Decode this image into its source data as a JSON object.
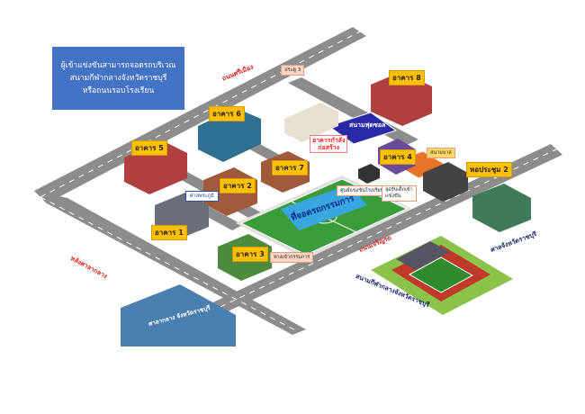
{
  "notice": {
    "lines": [
      "ผู้เข้าแข่งขันสามารถจอดรถบริเวณ",
      "สนามกีฬากลางจังหวัดราชบุรี",
      "หรือถนนรอบโรงเรียน"
    ]
  },
  "roads": {
    "top": "ถนนศรีเมือง",
    "left": "หลังศาลากลาง",
    "bottom": "ถนนเจริญรถ"
  },
  "buildings": {
    "b1": "อาคาร 1",
    "b2": "อาคาร 2",
    "b3": "อาคาร 3",
    "b4": "อาคาร 4",
    "b5": "อาคาร 5",
    "b6": "อาคาร 6",
    "b7": "อาคาร 7",
    "b8": "อาคาร 8",
    "hall2": "หอประชุม 2"
  },
  "places": {
    "gate3": "ประตู 3",
    "futsal": "สนามฟุตซอล",
    "construction": [
      "อาคารกำลัง",
      "ก่อสร้าง"
    ],
    "basketball": "สนามบาส",
    "pavilion": "ศาลพระภูมิ",
    "meeting_point": "ที่จอดรถกรรมการ",
    "committee_parking": "ทางเข้ากรรมการ",
    "contest_center": "ศูนย์แข่งขันโรงเรียน",
    "registration": [
      "จุดรับเด็กเข้า",
      "แข่งขัน"
    ],
    "stadium": "สนามกีฬากลางจังหวัดราชบุรี",
    "city_hall": "ศาลากลาง จังหวัดราชบุรี",
    "provincial_court": "ศาลจังหวัดราชบุรี"
  },
  "colors": {
    "road": "#8c8c8c",
    "notice_bg": "#4472c4",
    "label_bg": "#ffc000",
    "field": "#3a9c3a",
    "futsal": "#2a2aa8",
    "basketball": "#e8742a"
  }
}
